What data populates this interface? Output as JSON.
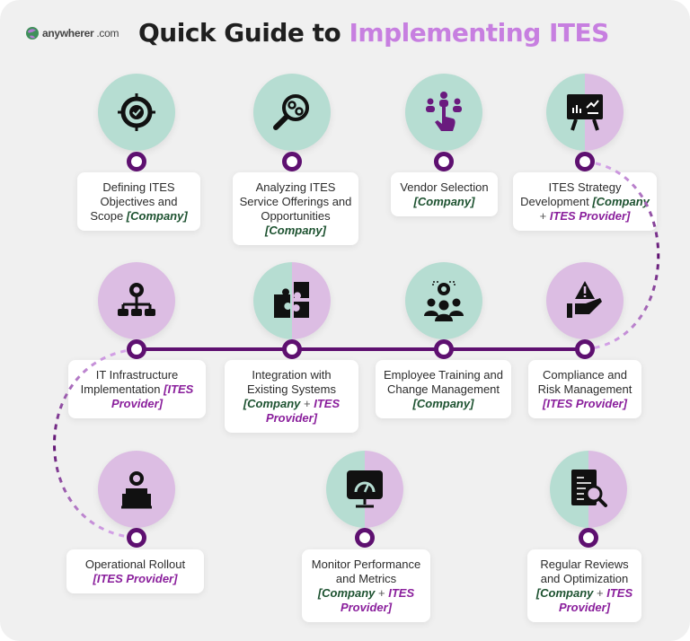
{
  "logo": {
    "name": "anywherer",
    "suffix": ".com"
  },
  "title": {
    "main": "Quick Guide to ",
    "highlight": "Implementing ITES"
  },
  "colors": {
    "teal": "#b6ddd2",
    "purple": "#dcbde3",
    "timeline": "#5e1070",
    "company_text": "#1d5230",
    "provider_text": "#8a1f9c"
  },
  "legend_parties": {
    "company": "Company",
    "provider": "ITES Provider"
  },
  "steps": [
    {
      "text": "Defining ITES Objectives and Scope",
      "role": [
        {
          "t": "[Company]",
          "p": "company"
        }
      ],
      "icon": "target-check-icon",
      "fill": "teal"
    },
    {
      "text": "Analyzing ITES Service Offerings and Opportunities",
      "role": [
        {
          "t": "[Company]",
          "p": "company"
        }
      ],
      "icon": "magnifier-gears-icon",
      "fill": "teal"
    },
    {
      "text": "Vendor Selection",
      "role": [
        {
          "t": "[Company]",
          "p": "company"
        }
      ],
      "icon": "hand-select-people-icon",
      "fill": "teal"
    },
    {
      "text": "ITES Strategy Development",
      "role": [
        {
          "t": "[Company",
          "p": "company"
        },
        {
          "t": " + ",
          "p": "plus"
        },
        {
          "t": "ITES Provider]",
          "p": "provider"
        }
      ],
      "icon": "presentation-chart-icon",
      "fill": "split"
    },
    {
      "text": "IT Infrastructure Implementation",
      "role": [
        {
          "t": "[ITES Provider]",
          "p": "provider"
        }
      ],
      "icon": "gear-network-icon",
      "fill": "purple"
    },
    {
      "text": "Integration with Existing Systems",
      "role": [
        {
          "t": "[Company",
          "p": "company"
        },
        {
          "t": " + ",
          "p": "plus"
        },
        {
          "t": "ITES Provider]",
          "p": "provider"
        }
      ],
      "icon": "puzzle-icon",
      "fill": "split"
    },
    {
      "text": "Employee Training and Change Management",
      "role": [
        {
          "t": "[Company]",
          "p": "company"
        }
      ],
      "icon": "team-gear-icon",
      "fill": "teal"
    },
    {
      "text": "Compliance and Risk Management",
      "role": [
        {
          "t": "[ITES Provider]",
          "p": "provider"
        }
      ],
      "icon": "hand-warning-icon",
      "fill": "purple"
    },
    {
      "text": "Operational Rollout",
      "role": [
        {
          "t": "[ITES Provider]",
          "p": "provider"
        }
      ],
      "icon": "operator-laptop-icon",
      "fill": "purple"
    },
    {
      "text": "Monitor Performance and Metrics",
      "role": [
        {
          "t": "[Company",
          "p": "company"
        },
        {
          "t": " + ",
          "p": "plus"
        },
        {
          "t": "ITES Provider]",
          "p": "provider"
        }
      ],
      "icon": "monitor-gauge-icon",
      "fill": "split"
    },
    {
      "text": "Regular Reviews and Optimization",
      "role": [
        {
          "t": "[Company",
          "p": "company"
        },
        {
          "t": " + ",
          "p": "plus"
        },
        {
          "t": "ITES Provider]",
          "p": "provider"
        }
      ],
      "icon": "document-search-icon",
      "fill": "split"
    }
  ]
}
